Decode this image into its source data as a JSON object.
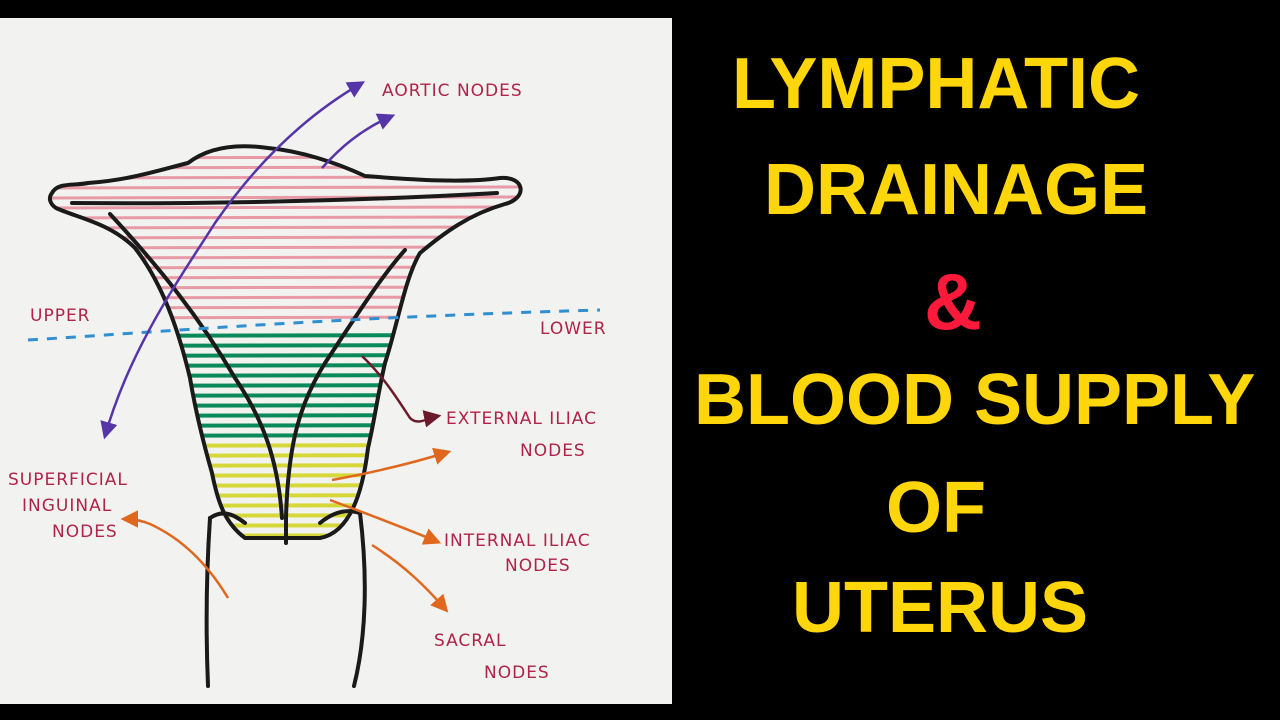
{
  "title_lines": [
    "LYMPHATIC",
    "DRAINAGE",
    "&",
    "BLOOD SUPPLY",
    "OF",
    "UTERUS"
  ],
  "labels": {
    "aortic": "AORTIC NODES",
    "upper": "UPPER",
    "lower": "LOWER",
    "external_1": "EXTERNAL ILIAC",
    "external_2": "NODES",
    "superficial_1": "SUPERFICIAL",
    "superficial_2": "INGUINAL",
    "superficial_3": "NODES",
    "internal_1": "INTERNAL ILIAC",
    "internal_2": "NODES",
    "sacral_1": "SACRAL",
    "sacral_2": "NODES"
  },
  "colors": {
    "background": "#000000",
    "board": "#f2f2f0",
    "title_text": "#ffd60a",
    "ampersand": "#ff1a3c",
    "label_text": "#b0234a",
    "upper_region_lines": "#e89aa6",
    "middle_region_lines": "#0a8a5a",
    "lower_region_lines": "#d6d83a",
    "divider_line": "#2f8fd0",
    "arrow_aortic": "#5535a8",
    "arrow_external": "#6b1a2a",
    "arrow_orange": "#e0681e",
    "outline": "#1a1a1a"
  }
}
